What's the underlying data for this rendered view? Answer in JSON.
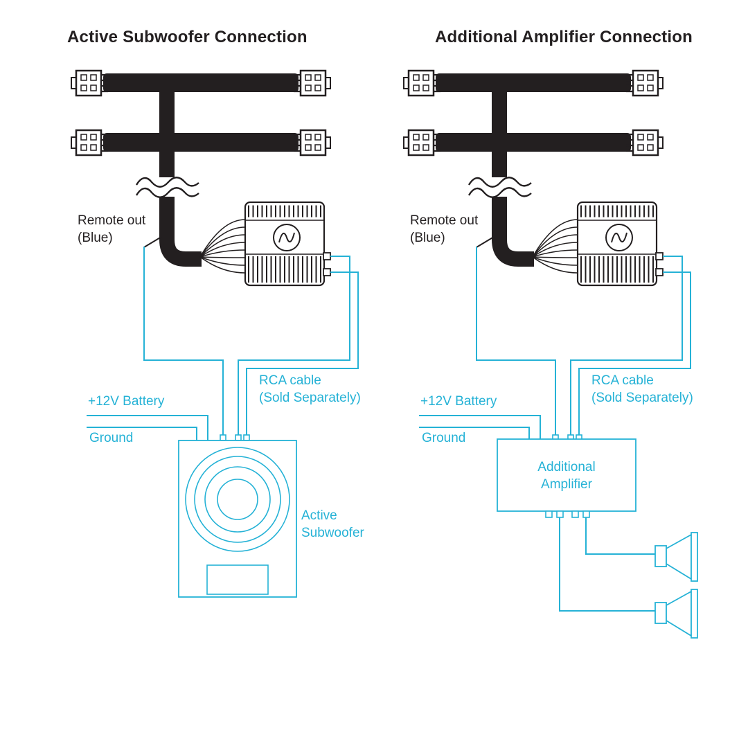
{
  "colors": {
    "accent": "#25b2d6",
    "ink": "#231f20",
    "background": "#ffffff"
  },
  "diagrams": {
    "left": {
      "title": "Active Subwoofer Connection",
      "remote_label": {
        "line1": "Remote out",
        "line2": "(Blue)"
      },
      "battery_label": "+12V Battery",
      "ground_label": "Ground",
      "rca_label": {
        "line1": "RCA cable",
        "line2": "(Sold Separately)"
      },
      "device_label": {
        "line1": "Active",
        "line2": "Subwoofer"
      }
    },
    "right": {
      "title": "Additional Amplifier Connection",
      "remote_label": {
        "line1": "Remote out",
        "line2": "(Blue)"
      },
      "battery_label": "+12V Battery",
      "ground_label": "Ground",
      "rca_label": {
        "line1": "RCA cable",
        "line2": "(Sold Separately)"
      },
      "device_label": {
        "line1": "Additional",
        "line2": "Amplifier"
      }
    }
  }
}
